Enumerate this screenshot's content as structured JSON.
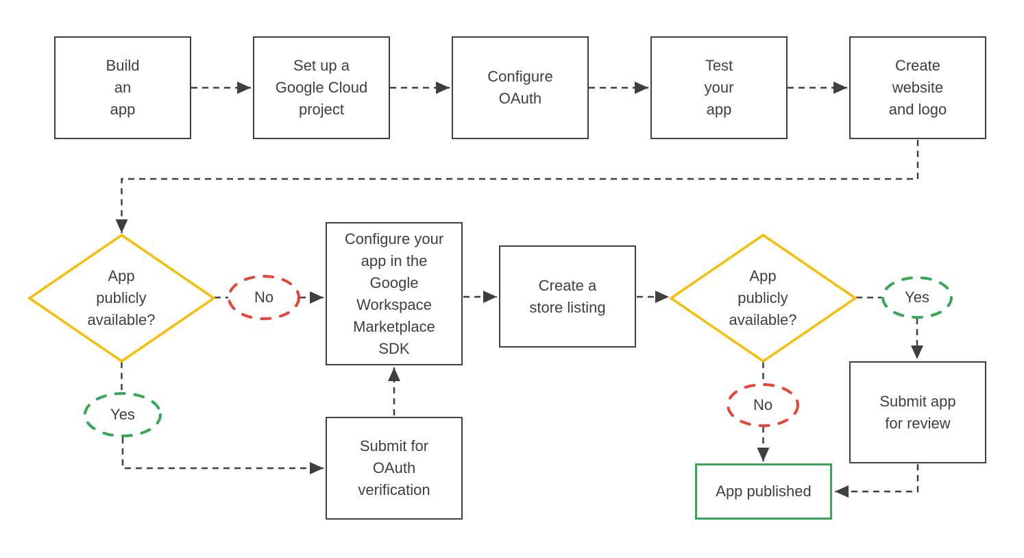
{
  "diagram": {
    "type": "flowchart",
    "colors": {
      "line": "#3c4043",
      "text": "#3c4043",
      "process_border": "#3c4043",
      "decision_border": "#fbbc04",
      "no_branch": "#ea4335",
      "yes_branch": "#34a853",
      "published_border": "#34a853",
      "background": "#ffffff"
    },
    "nodes": {
      "build_app": {
        "label": "Build\nan\napp",
        "type": "process"
      },
      "cloud_project": {
        "label": "Set up a\nGoogle Cloud\nproject",
        "type": "process"
      },
      "configure_oauth": {
        "label": "Configure\nOAuth",
        "type": "process"
      },
      "test_app": {
        "label": "Test\nyour\napp",
        "type": "process"
      },
      "create_website": {
        "label": "Create\nwebsite\nand logo",
        "type": "process"
      },
      "decision_1": {
        "label": "App\npublicly\navailable?",
        "type": "decision"
      },
      "no_1": {
        "label": "No",
        "type": "branch-label"
      },
      "yes_1": {
        "label": "Yes",
        "type": "branch-label"
      },
      "marketplace_sdk": {
        "label": "Configure your\napp in the\nGoogle\nWorkspace\nMarketplace\nSDK",
        "type": "process"
      },
      "submit_oauth": {
        "label": "Submit for\nOAuth\nverification",
        "type": "process"
      },
      "store_listing": {
        "label": "Create a\nstore listing",
        "type": "process"
      },
      "decision_2": {
        "label": "App\npublicly\navailable?",
        "type": "decision"
      },
      "yes_2": {
        "label": "Yes",
        "type": "branch-label"
      },
      "no_2": {
        "label": "No",
        "type": "branch-label"
      },
      "submit_review": {
        "label": "Submit app\nfor review",
        "type": "process"
      },
      "app_published": {
        "label": "App published",
        "type": "terminal"
      }
    },
    "edges": [
      {
        "from": "build_app",
        "to": "cloud_project",
        "label": ""
      },
      {
        "from": "cloud_project",
        "to": "configure_oauth",
        "label": ""
      },
      {
        "from": "configure_oauth",
        "to": "test_app",
        "label": ""
      },
      {
        "from": "test_app",
        "to": "create_website",
        "label": ""
      },
      {
        "from": "create_website",
        "to": "decision_1",
        "label": ""
      },
      {
        "from": "decision_1",
        "to": "marketplace_sdk",
        "label": "No"
      },
      {
        "from": "decision_1",
        "to": "submit_oauth",
        "label": "Yes"
      },
      {
        "from": "submit_oauth",
        "to": "marketplace_sdk",
        "label": ""
      },
      {
        "from": "marketplace_sdk",
        "to": "store_listing",
        "label": ""
      },
      {
        "from": "store_listing",
        "to": "decision_2",
        "label": ""
      },
      {
        "from": "decision_2",
        "to": "submit_review",
        "label": "Yes"
      },
      {
        "from": "decision_2",
        "to": "app_published",
        "label": "No"
      },
      {
        "from": "submit_review",
        "to": "app_published",
        "label": ""
      }
    ]
  }
}
